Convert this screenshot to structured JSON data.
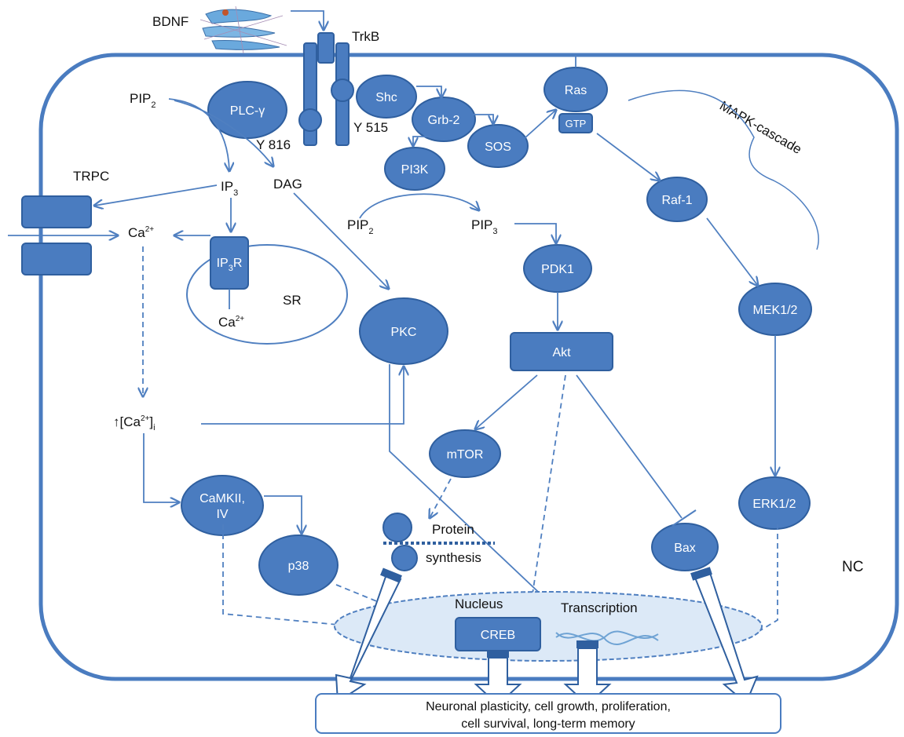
{
  "colors": {
    "node_fill": "#4a7cc0",
    "node_stroke": "#2f5f9f",
    "arrow": "#4f7fc0",
    "nucleus_fill": "#dce9f7"
  },
  "labels": {
    "bdnf": "BDNF",
    "trkb": "TrkB",
    "y816": "Y 816",
    "y515": "Y 515",
    "trpc": "TRPC",
    "pip2": "PIP",
    "pip2_sub": "2",
    "ip3": "IP",
    "ip3_sub": "3",
    "dag": "DAG",
    "ca": "Ca",
    "ca_sup": "2+",
    "sr": "SR",
    "ip3r_main": "IP",
    "ip3r_sub": "3",
    "ip3r_r": "R",
    "pip3": "PIP",
    "pip3_sub": "3",
    "cai_prefix": "↑[Ca",
    "cai_close": "]",
    "cai_sub": "i",
    "mapk": "MAPK-cascade",
    "nc": "NC",
    "nucleus": "Nucleus",
    "transcription": "Transcription",
    "protein": "Protein",
    "synthesis": "synthesis"
  },
  "nodes": {
    "plc": "PLC-γ",
    "shc": "Shc",
    "grb2": "Grb-2",
    "sos": "SOS",
    "ras": "Ras",
    "gtp": "GTP",
    "pi3k": "PI3K",
    "raf1": "Raf-1",
    "pdk1": "PDK1",
    "mek": "MEK1/2",
    "pkc": "PKC",
    "akt": "Akt",
    "mtor": "mTOR",
    "erk": "ERK1/2",
    "camk_line1": "CaMKII,",
    "camk_line2": "IV",
    "p38": "p38",
    "bax": "Bax",
    "creb": "CREB"
  },
  "outcome": {
    "line1": "Neuronal plasticity, cell growth, proliferation,",
    "line2": "cell survival, long-term memory"
  }
}
